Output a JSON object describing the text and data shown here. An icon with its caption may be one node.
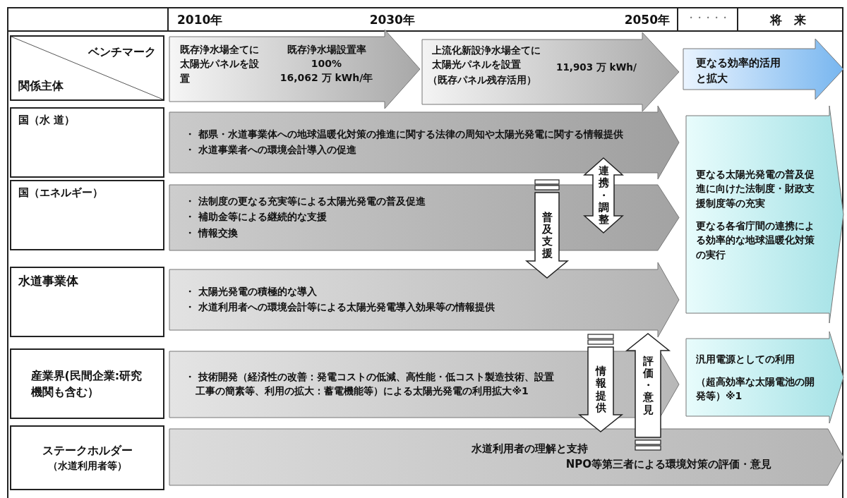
{
  "diagram": {
    "nodes": [
      {
        "text": [
          "ベンチマーク",
          "関係主体"
        ]
      },
      {
        "text": [
          "既存浄水場全てに太陽光パネルを設置",
          "既存浄水場設置率",
          "100%",
          "16,062 万 kWh/年"
        ]
      },
      {
        "text": [
          "上流化新設浄水場全てに太陽光パネルを設置",
          "（既存パネル残存活用）",
          "11,903 万 kWh/"
        ]
      },
      {
        "text": [
          "更なる効率的活用と拡大"
        ]
      },
      {
        "text": [
          "国（水 道）"
        ]
      },
      {
        "text": [
          "・ 都県・水道事業体への地球温暖化対策の推進に関する法律の周知や太陽光発電に関する情報提供",
          "・ 水道事業者への環境会計導入の促進"
        ]
      },
      {
        "text": [
          "国（エネルギー）"
        ]
      },
      {
        "text": [
          "・ 法制度の更なる充実等による太陽光発電の普及促進",
          "・ 補助金等による継続的な支援",
          "・ 情報交換"
        ]
      },
      {
        "text": [
          "水道事業体"
        ]
      },
      {
        "text": [
          "・ 太陽光発電の積極的な導入",
          "・ 水道利用者への環境会計等による太陽光発電導入効果等の情報提供"
        ]
      },
      {
        "text": [
          "産業界(民間企業:研究機関も含む）"
        ]
      },
      {
        "text": [
          "・ 技術開発（経済性の改善：発電コストの低減、高性能・低コスト製造技術、設置工事の簡素等、利用の拡大：蓄電機能等）による太陽光発電の利用拡大※1"
        ]
      },
      {
        "text": [
          "ステークホルダー",
          "（水道利用者等）"
        ]
      },
      {
        "text": [
          "水道利用者の理解と支持",
          "NPO等第三者による環境対策の評価・意見"
        ]
      },
      {
        "text": [
          "更なる太陽光発電の普及促進に向けた法制度・財政支援制度等の充実",
          "更なる各省庁間の連携による効率的な地球温暖化対策の実行"
        ]
      },
      {
        "text": [
          "汎用電源としての利用",
          "（超高効率な太陽電池の開発等）※1"
        ]
      }
    ],
    "edges": [
      {
        "from": 5,
        "to": 7,
        "arrow": "both",
        "label": "連携・調整"
      },
      {
        "from": 7,
        "to": 9,
        "arrow": "to",
        "label": "普及支援"
      },
      {
        "from": 9,
        "to": 13,
        "arrow": "to",
        "label": "情報提供"
      },
      {
        "from": 13,
        "to": 9,
        "arrow": "to",
        "label": "評価・意見"
      }
    ],
    "labels": [
      "2010年",
      "2030年",
      "2050年",
      "・・・・・",
      "将 来"
    ]
  }
}
